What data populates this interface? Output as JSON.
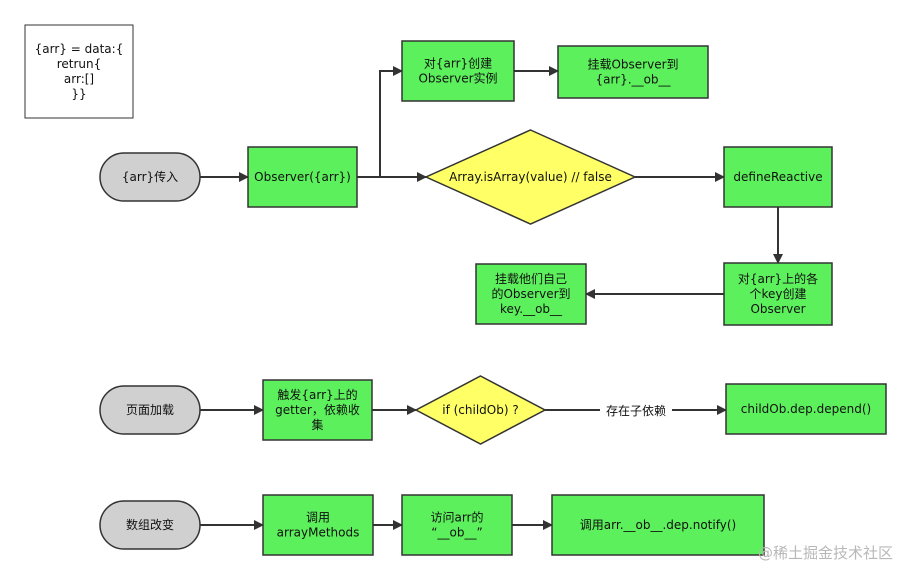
{
  "colors": {
    "process_fill": "#5cf05c",
    "decision_fill": "#ffff66",
    "terminal_fill": "#d0d0d0",
    "stroke": "#333333",
    "edge": "#333333"
  },
  "note": {
    "lines": [
      "{arr} = data:{",
      "retrun{",
      "arr:[]",
      "}}"
    ]
  },
  "row1": {
    "start": {
      "lines": [
        "{arr}传入"
      ]
    },
    "observer": {
      "lines": [
        "Observer({arr})"
      ]
    },
    "create_instance": {
      "lines": [
        "对{arr}创建",
        "Observer实例"
      ]
    },
    "mount_observer": {
      "lines": [
        "挂载Observer到",
        "{arr}.__ob__"
      ]
    },
    "is_array": {
      "lines": [
        "Array.isArray(value) // false"
      ]
    },
    "define_reactive": {
      "lines": [
        "defineReactive"
      ]
    },
    "create_keys": {
      "lines": [
        "对{arr}上的各",
        "个key创建",
        "Observer"
      ]
    },
    "mount_keys": {
      "lines": [
        "挂载他们自己",
        "的Observer到",
        "key.__ob__"
      ]
    }
  },
  "row2": {
    "start": {
      "lines": [
        "页面加载"
      ]
    },
    "trigger_getter": {
      "lines": [
        "触发{arr}上的",
        "getter，依赖收",
        "集"
      ]
    },
    "if_child": {
      "lines": [
        "if (childOb) ?"
      ]
    },
    "edge_label": "存在子依赖",
    "depend": {
      "lines": [
        "childOb.dep.depend()"
      ]
    }
  },
  "row3": {
    "start": {
      "lines": [
        "数组改变"
      ]
    },
    "call_methods": {
      "lines": [
        "调用",
        "arrayMethods"
      ]
    },
    "visit_ob": {
      "lines": [
        "访问arr的",
        "“__ob__”"
      ]
    },
    "notify": {
      "lines": [
        "调用arr.__ob__.dep.notify()"
      ]
    }
  },
  "watermark": "@稀土掘金技术社区"
}
